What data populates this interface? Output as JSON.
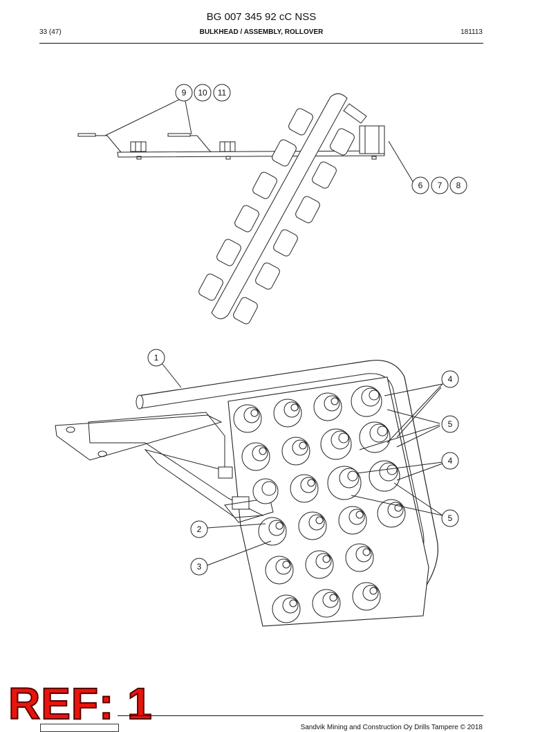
{
  "header": {
    "doc_title": "BG 007 345 92 cC NSS",
    "page": "33 (47)",
    "section": "BULKHEAD / ASSEMBLY, ROLLOVER",
    "date": "181113"
  },
  "callouts": {
    "top": [
      "9",
      "10",
      "11",
      "6",
      "7",
      "8"
    ],
    "bottom": [
      "1",
      "4",
      "5",
      "4",
      "5",
      "2",
      "3"
    ]
  },
  "stamp": "REF: 1",
  "footer": {
    "copyright": "Sandvik Mining and Construction Oy Drills Tampere © 2018"
  }
}
